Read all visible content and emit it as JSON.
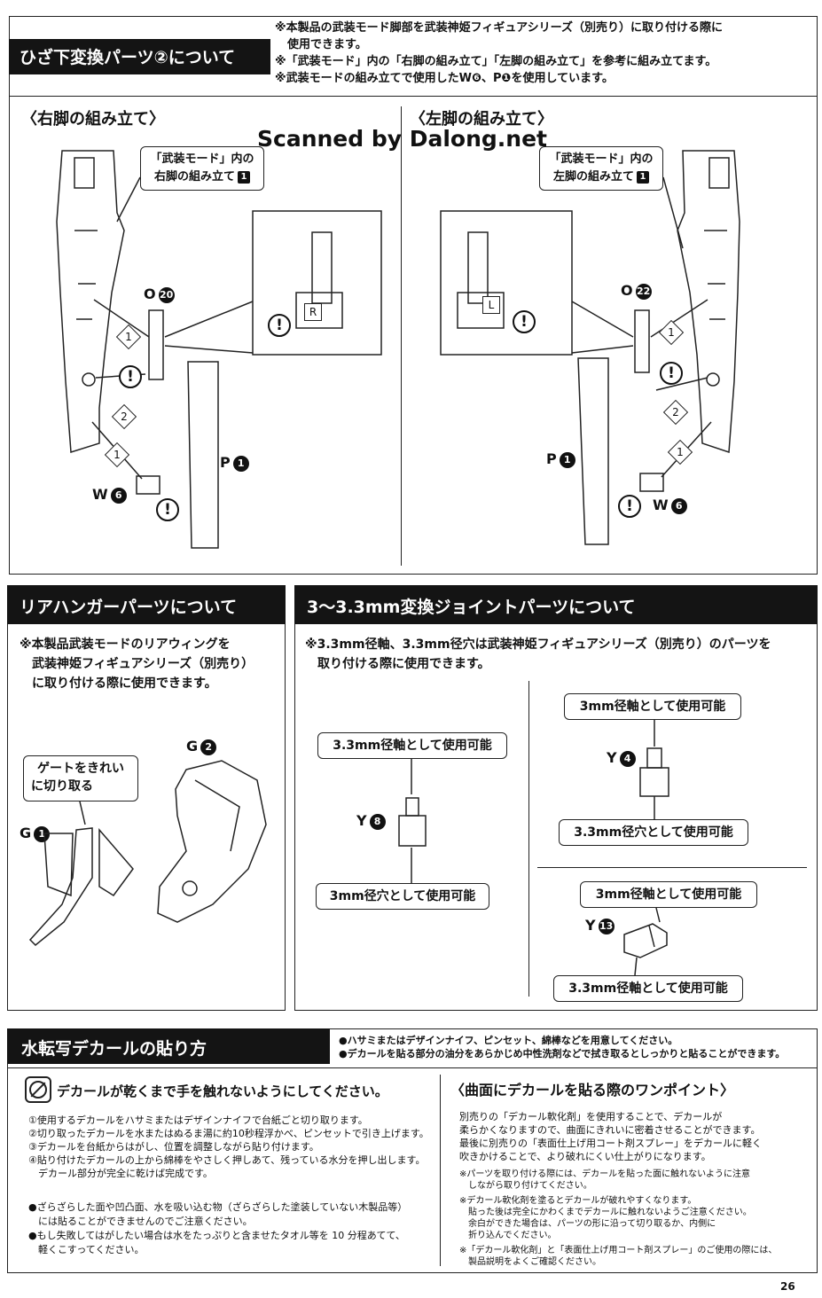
{
  "watermark": "Scanned by Dalong.net",
  "page_number": "26",
  "knee": {
    "title": "ひざ下変換パーツ②について",
    "notes": [
      "※本製品の武装モード脚部を武装神姫フィギュアシリーズ（別売り）に取り付ける際に",
      "使用できます。",
      "※「武装モード」内の「右脚の組み立て」「左脚の組み立て」を参考に組み立てます。",
      "※武装モードの組み立てで使用したW❻、P❶を使用しています。"
    ],
    "right": {
      "heading": "〈右脚の組み立て〉",
      "callout_l1": "「武装モード」内の",
      "callout_l2": "右脚の組み立て",
      "callout_num": "1",
      "part_o": "O",
      "part_o_num": "20",
      "part_p": "P",
      "part_p_num": "1",
      "part_w": "W",
      "part_w_num": "6",
      "mark": "R"
    },
    "left": {
      "heading": "〈左脚の組み立て〉",
      "callout_l1": "「武装モード」内の",
      "callout_l2": "左脚の組み立て",
      "callout_num": "1",
      "part_o": "O",
      "part_o_num": "22",
      "part_p": "P",
      "part_p_num": "1",
      "part_w": "W",
      "part_w_num": "6",
      "mark": "L"
    },
    "steps": [
      "1",
      "2",
      "1"
    ],
    "warn": "!"
  },
  "rear": {
    "title": "リアハンガーパーツについて",
    "notes": [
      "※本製品武装モードのリアウィングを",
      "武装神姫フィギュアシリーズ（別売り）",
      "に取り付ける際に使用できます。"
    ],
    "gate_l1": "ゲートをきれい",
    "gate_l2": "に切り取る",
    "part_g1": "G",
    "part_g1_num": "1",
    "part_g2": "G",
    "part_g2_num": "2"
  },
  "joint": {
    "title": "3〜3.3mm変換ジョイントパーツについて",
    "notes": [
      "※3.3mm径軸、3.3mm径穴は武装神姫フィギュアシリーズ（別売り）のパーツを",
      "取り付ける際に使用できます。"
    ],
    "y8": {
      "part": "Y",
      "num": "8",
      "top": "3.3mm径軸として使用可能",
      "bottom": "3mm径穴として使用可能"
    },
    "y4": {
      "part": "Y",
      "num": "4",
      "top": "3mm径軸として使用可能",
      "bottom": "3.3mm径穴として使用可能"
    },
    "y13": {
      "part": "Y",
      "num": "13",
      "top": "3mm径軸として使用可能",
      "bottom": "3.3mm径軸として使用可能"
    }
  },
  "decal": {
    "title": "水転写デカールの貼り方",
    "header_notes": [
      "●ハサミまたはデザインナイフ、ピンセット、綿棒などを用意してください。",
      "●デカールを貼る部分の油分をあらかじめ中性洗剤などで拭き取るとしっかりと貼ることができます。"
    ],
    "warning": "デカールが乾くまで手を触れないようにしてください。",
    "steps": [
      "①使用するデカールをハサミまたはデザインナイフで台紙ごと切り取ります。",
      "②切り取ったデカールを水またはぬるま湯に約10秒程浮かべ、ピンセットで引き上げます。",
      "③デカールを台紙からはがし、位置を調整しながら貼り付けます。",
      "④貼り付けたデカールの上から綿棒をやさしく押しあて、残っている水分を押し出します。",
      "　デカール部分が完全に乾けば完成です。"
    ],
    "bullets": [
      "●ざらざらした面や凹凸面、水を吸い込む物（ざらざらした塗装していない木製品等）",
      "　には貼ることができませんのでご注意ください。",
      "●もし失敗してはがしたい場合は水をたっぷりと含ませたタオル等を 10 分程あてて、",
      "　軽くこすってください。"
    ],
    "tip_title": "〈曲面にデカールを貼る際のワンポイント〉",
    "tip_body": [
      "別売りの「デカール軟化剤」を使用することで、デカールが",
      "柔らかくなりますので、曲面にきれいに密着させることができます。",
      "最後に別売りの「表面仕上げ用コート剤スプレー」をデカールに軽く",
      "吹きかけることで、より破れにくい仕上がりになります。"
    ],
    "tip_notes": [
      "※パーツを取り付ける際には、デカールを貼った面に触れないように注意",
      "　しながら取り付けてください。",
      "※デカール軟化剤を塗るとデカールが破れやすくなります。",
      "　貼った後は完全にかわくまでデカールに触れないようご注意ください。",
      "　余白ができた場合は、パーツの形に沿って切り取るか、内側に",
      "　折り込んでください。",
      "※「デカール軟化剤」と「表面仕上げ用コート剤スプレー」のご使用の際には、",
      "　製品説明をよくご確認ください。"
    ]
  }
}
